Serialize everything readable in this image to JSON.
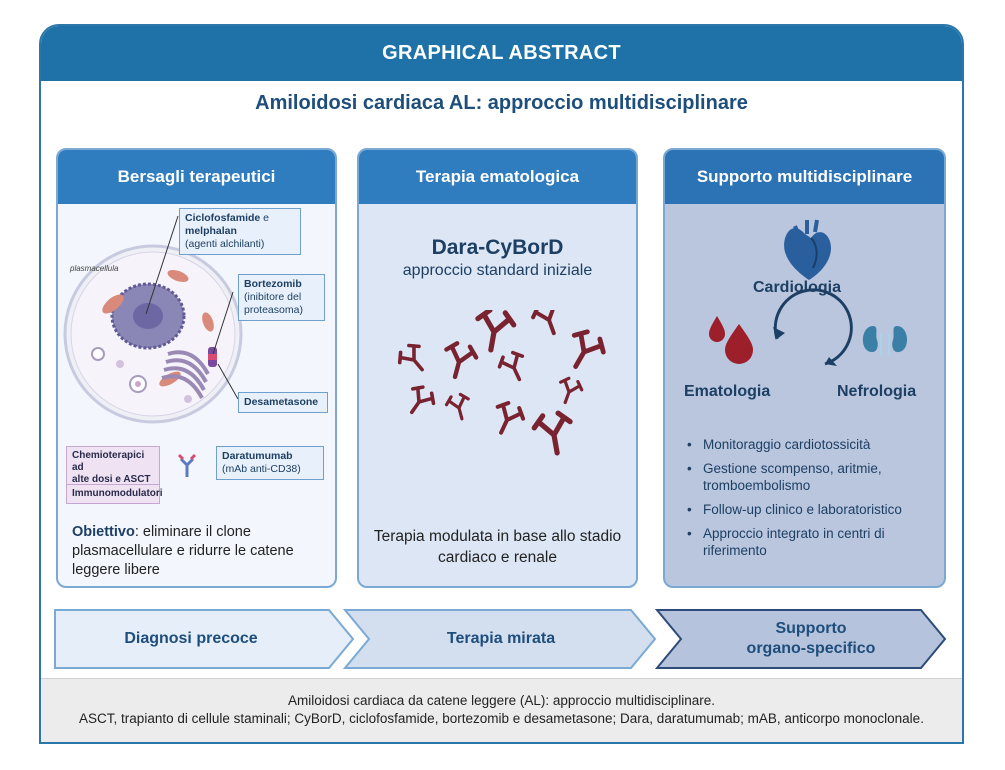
{
  "header": {
    "title": "GRAPHICAL ABSTRACT"
  },
  "subtitle": "Amiloidosi cardiaca AL: approccio multidisciplinare",
  "panels": {
    "targets": {
      "title": "Bersagli terapeutici",
      "cell_label": "plasmacellula",
      "labels": {
        "ciclo_bold": "Ciclofosfamide",
        "ciclo_e": " e",
        "melphalan_bold": "melphalan",
        "ciclo_note": "(agenti alchilanti)",
        "bortezomib_bold": "Bortezomib",
        "bortezomib_note1": "(inibitore del",
        "bortezomib_note2": "proteasoma)",
        "desametasone": "Desametasone",
        "daratumumab_bold": "Daratumumab",
        "daratumumab_note": "(mAb anti-CD38)",
        "chemio1": "Chemioterapici ad",
        "chemio2": "alte dosi e ASCT",
        "immuno": "Immunomodulatori"
      },
      "objective_label": "Obiettivo",
      "objective_text": ": eliminare il clone plasmacellulare e ridurre le catene leggere libere"
    },
    "hematology": {
      "title": "Terapia ematologica",
      "regimen": "Dara-CyBorD",
      "regimen_sub": "approccio standard iniziale",
      "footer": "Terapia modulata in base allo stadio cardiaco e renale"
    },
    "support": {
      "title": "Supporto multidisciplinare",
      "cardio": "Cardiologia",
      "hemato": "Ematologia",
      "nephro": "Nefrologia",
      "bullets": [
        "Monitoraggio cardiotossicità",
        "Gestione scompenso, aritmie, tromboembolismo",
        "Follow-up clinico e laboratoristico",
        "Approccio integrato in centri di riferimento"
      ]
    }
  },
  "steps": [
    {
      "label": "Diagnosi precoce"
    },
    {
      "label": "Terapia mirata"
    },
    {
      "label1": "Supporto",
      "label2": "organo-specifico"
    }
  ],
  "footer": {
    "line1": "Amiloidosi cardiaca da catene leggere (AL): approccio multidisciplinare.",
    "line2": "ASCT, trapianto di cellule staminali; CyBorD, ciclofosfamide, bortezomib e desametasone; Dara, daratumumab; mAB, anticorpo monoclonale."
  },
  "colors": {
    "banner": "#1f72a8",
    "panel_header": "#2f7cbf",
    "antibody": "#7a2330",
    "blood": "#9c1f2a",
    "heart": "#2a5f9e",
    "kidney": "#3a7fa6"
  },
  "icons": [
    "plasma-cell-icon",
    "antibody-icon",
    "heart-icon",
    "blood-drop-icon",
    "kidney-icon",
    "cycle-arrow-icon"
  ]
}
